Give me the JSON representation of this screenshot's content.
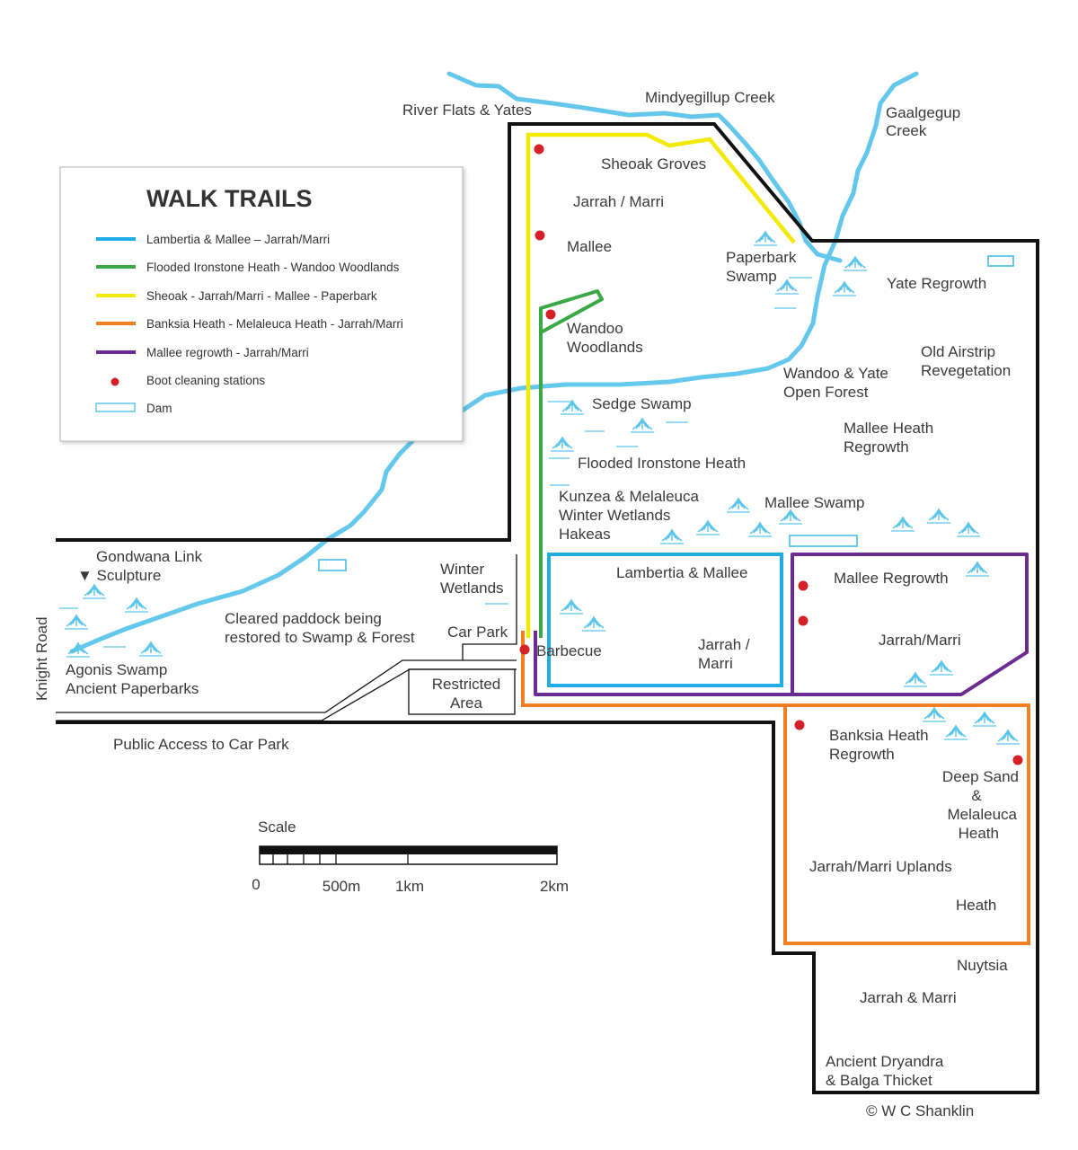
{
  "legend": {
    "title": "WALK TRAILS",
    "items": [
      {
        "label": "Lambertia & Mallee – Jarrah/Marri",
        "color": "#1eaee4",
        "kind": "line"
      },
      {
        "label": "Flooded Ironstone Heath - Wandoo Woodlands",
        "color": "#3aa845",
        "kind": "line"
      },
      {
        "label": "Sheoak - Jarrah/Marri - Mallee - Paperbark",
        "color": "#f2ea00",
        "kind": "line"
      },
      {
        "label": "Banksia Heath - Melaleuca Heath - Jarrah/Marri",
        "color": "#ef7f22",
        "kind": "line"
      },
      {
        "label": "Mallee regrowth - Jarrah/Marri",
        "color": "#6a2c91",
        "kind": "line"
      },
      {
        "label": "Boot cleaning stations",
        "color": "#d42027",
        "kind": "dot"
      },
      {
        "label": "Dam",
        "color": "#5bc5ea",
        "kind": "dam"
      }
    ]
  },
  "creeks": {
    "river_flats": "River Flats & Yates",
    "mindyegillup": "Mindyegillup Creek",
    "gaalgegup_1": "Gaalgegup",
    "gaalgegup_2": "Creek"
  },
  "labels": {
    "sheoak_groves": "Sheoak Groves",
    "jarrah_marri_n": "Jarrah / Marri",
    "mallee": "Mallee",
    "paperbark_1": "Paperbark",
    "paperbark_2": "Swamp",
    "yate_regrowth": "Yate Regrowth",
    "wandoo_1": "Wandoo",
    "wandoo_2": "Woodlands",
    "old_airstrip_1": "Old Airstrip",
    "old_airstrip_2": "Revegetation",
    "wandoo_yate_1": "Wandoo & Yate",
    "wandoo_yate_2": "Open Forest",
    "sedge_swamp": "Sedge Swamp",
    "mallee_heath_1": "Mallee Heath",
    "mallee_heath_2": "Regrowth",
    "flooded_ironstone": "Flooded Ironstone Heath",
    "kunzea_1": "Kunzea & Melaleuca",
    "kunzea_2": "Winter Wetlands",
    "kunzea_3": "Hakeas",
    "mallee_swamp": "Mallee Swamp",
    "gondwana_1": "Gondwana Link",
    "gondwana_2": "▼ Sculpture",
    "winter_wet_1": "Winter",
    "winter_wet_2": "Wetlands",
    "lambertia_mallee": "Lambertia & Mallee",
    "mallee_regrowth": "Mallee Regrowth",
    "cleared_1": "Cleared paddock being",
    "cleared_2": "restored to Swamp & Forest",
    "car_park": "Car Park",
    "barbecue": "Barbecue",
    "jarrah_marri_mid_1": "Jarrah /",
    "jarrah_marri_mid_2": "Marri",
    "jarrah_marri_e": "Jarrah/Marri",
    "knight_road": "Knight Road",
    "agonis_1": "Agonis Swamp",
    "agonis_2": "Ancient Paperbarks",
    "restricted_1": "Restricted",
    "restricted_2": "Area",
    "banksia_1": "Banksia Heath",
    "banksia_2": "Regrowth",
    "deep_sand_1": "Deep Sand",
    "deep_sand_2": "&",
    "deep_sand_3": "Melaleuca",
    "deep_sand_4": "Heath",
    "public_access": "Public Access to Car Park",
    "uplands": "Jarrah/Marri Uplands",
    "heath": "Heath",
    "nuytsia": "Nuytsia",
    "jarrah_marri_s": "Jarrah & Marri",
    "dryandra_1": "Ancient Dryandra",
    "dryandra_2": "& Balga Thicket",
    "copyright": "© W C Shanklin"
  },
  "scale": {
    "title": "Scale",
    "ticks": [
      "0",
      "500m",
      "1km",
      "2km"
    ]
  },
  "colors": {
    "boundary": "#111111",
    "water": "#5bc5ea",
    "boot_station": "#d42027"
  },
  "icons": [
    "reed-icon",
    "creek-icon",
    "dam-icon",
    "boot-station-icon",
    "sculpture-marker-icon"
  ]
}
